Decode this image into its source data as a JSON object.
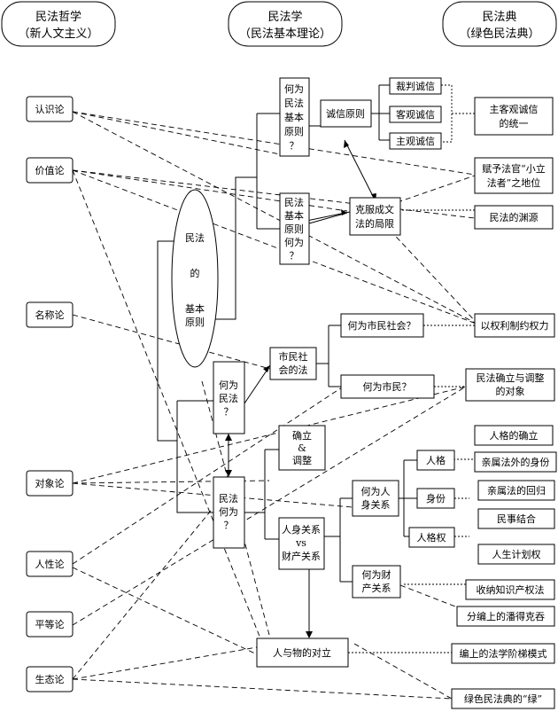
{
  "headers": {
    "philosophy": [
      "民法哲学",
      "（新人文主义）"
    ],
    "theory": [
      "民法学",
      "（民法基本理论）"
    ],
    "code": [
      "民法典",
      "（绿色民法典）"
    ]
  },
  "left_nodes": {
    "epistemology": "认识论",
    "axiology": "价值论",
    "nominalism": "名称论",
    "object_theory": "对象论",
    "human_nature": "人性论",
    "equality": "平等论",
    "ecology": "生态论"
  },
  "center": {
    "basic_principles": [
      "民法",
      "的",
      "基本",
      "原则"
    ],
    "why_principles": [
      "何为",
      "民法",
      "基本",
      "原则",
      "？"
    ],
    "principles_how": [
      "民法",
      "基本",
      "原则",
      "何为",
      "？"
    ],
    "good_faith": "诚信原则",
    "adjudicative_faith": "裁判诚信",
    "objective_faith": "客观诚信",
    "subjective_faith": "主观诚信",
    "overcome": [
      "克服成文",
      "法的局限"
    ],
    "civil_society_law": [
      "市民社",
      "会的法"
    ],
    "what_civil_society": "何为市民社会？",
    "what_citizen": "何为市民？",
    "what_civil_law": [
      "何为",
      "民法",
      "？"
    ],
    "civil_law_what": [
      "民法",
      "何为",
      "？"
    ],
    "establish_adjust": [
      "确立",
      "&",
      "调整"
    ],
    "personal_property": [
      "人身关系",
      "vs",
      "财产关系"
    ],
    "what_personal": [
      "何为人",
      "身关系"
    ],
    "what_property": [
      "何为财",
      "产关系"
    ],
    "personality": "人格",
    "status": "身份",
    "personality_right": "人格权",
    "person_thing": "人与物的对立"
  },
  "right_nodes": {
    "unity": [
      "主客观诚信",
      "的统一"
    ],
    "judge_status": [
      "赋予法官“小立",
      "法者”之地位"
    ],
    "origin": "民法的渊源",
    "rights_check": "以权利制约权力",
    "object_adjust": [
      "民法确立与调整",
      "的对象"
    ],
    "personality_establish": "人格的确立",
    "status_outside_kinship": "亲属法外的身份",
    "kinship_return": "亲属法的回归",
    "civil_commercial": "民事结合",
    "family_planning": "人生计划权",
    "ip_law": "收纳知识产权法",
    "pandora": "分编上的潘得克吞",
    "ladder": "编上的法学阶梯模式",
    "green": "绿色民法典的“绿”"
  }
}
